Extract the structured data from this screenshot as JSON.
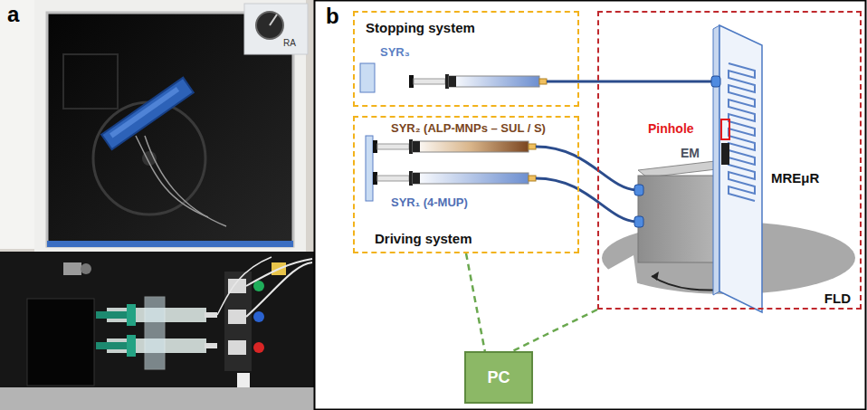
{
  "diagram": {
    "nodes": [
      {
        "text": [
          "Stopping system"
        ]
      },
      {
        "text": [
          "Driving system"
        ]
      },
      {
        "text": [
          "FLD"
        ]
      },
      {
        "text": [
          "PC"
        ]
      }
    ],
    "edges": [
      {
        "from": 1,
        "to": 3,
        "arrow": "none"
      },
      {
        "from": 2,
        "to": 3,
        "arrow": "none"
      }
    ],
    "labels": [
      "a",
      "RA",
      "b",
      "SYR₃",
      "SYR₂ (ALP-MNPs – SUL / S)",
      "SYR₁ (4-MUP)",
      "Pinhole",
      "EM",
      "MREμR"
    ]
  }
}
